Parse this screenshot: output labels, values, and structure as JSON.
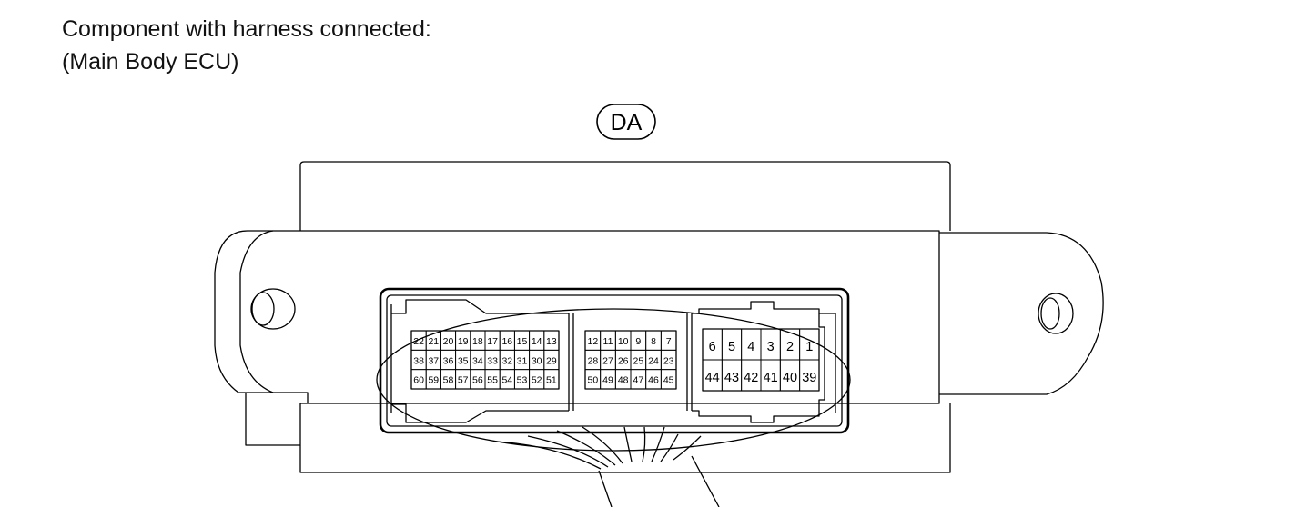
{
  "caption": {
    "line1": "Component with harness connected:",
    "line2": "(Main Body ECU)"
  },
  "connector_label": "DA",
  "terminals": {
    "block_left": {
      "rows": [
        [
          "22",
          "21",
          "20",
          "19",
          "18",
          "17",
          "16",
          "15",
          "14",
          "13"
        ],
        [
          "38",
          "37",
          "36",
          "35",
          "34",
          "33",
          "32",
          "31",
          "30",
          "29"
        ],
        [
          "60",
          "59",
          "58",
          "57",
          "56",
          "55",
          "54",
          "53",
          "52",
          "51"
        ]
      ]
    },
    "block_middle": {
      "rows": [
        [
          "12",
          "11",
          "10",
          "9",
          "8",
          "7"
        ],
        [
          "28",
          "27",
          "26",
          "25",
          "24",
          "23"
        ],
        [
          "50",
          "49",
          "48",
          "47",
          "46",
          "45"
        ]
      ]
    },
    "block_right": {
      "rows": [
        [
          "6",
          "5",
          "4",
          "3",
          "2",
          "1"
        ],
        [
          "44",
          "43",
          "42",
          "41",
          "40",
          "39"
        ]
      ]
    }
  }
}
